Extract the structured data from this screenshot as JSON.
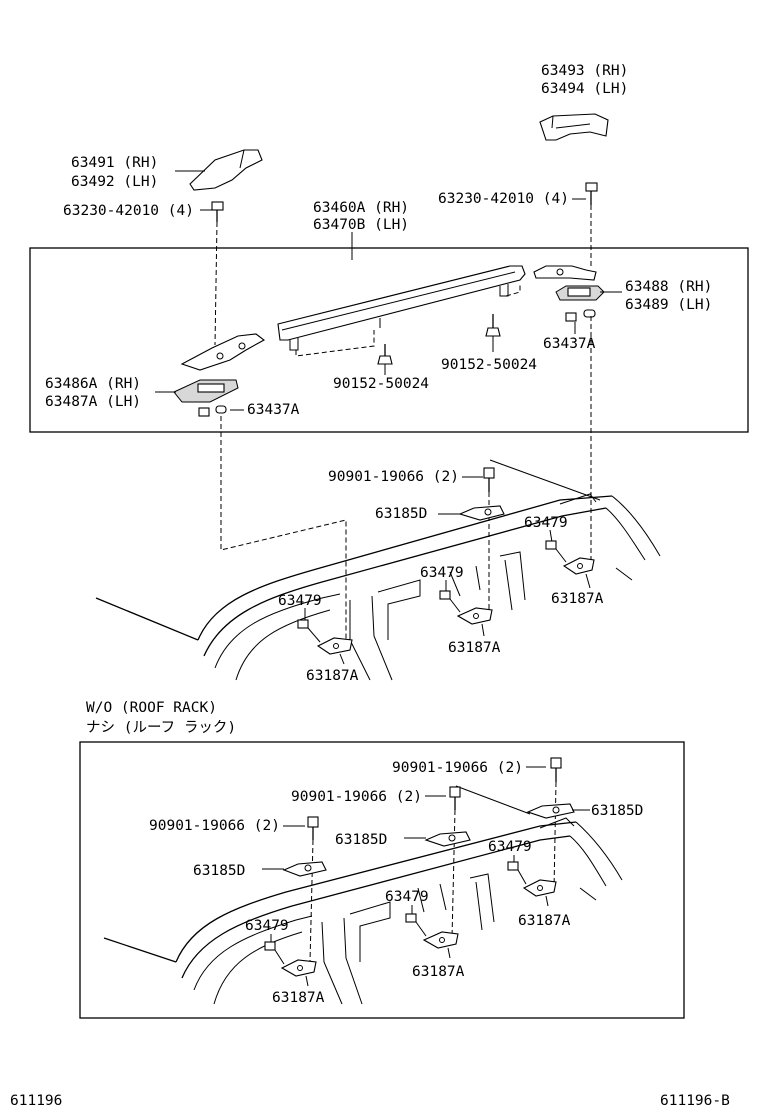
{
  "labels": {
    "p63493": "63493 (RH)",
    "p63494": "63494 (LH)",
    "p63491": "63491 (RH)",
    "p63492": "63492 (LH)",
    "bolt_left": "63230-42010 (4)",
    "bolt_right": "63230-42010 (4)",
    "p63460a": "63460A (RH)",
    "p63470b": "63470B (LH)",
    "p63488": "63488 (RH)",
    "p63489": "63489 (LH)",
    "p63437a_r": "63437A",
    "p90152_r": "90152-50024",
    "p90152_l": "90152-50024",
    "p63486a": "63486A (RH)",
    "p63487a": "63487A (LH)",
    "p63437a_l": "63437A",
    "t90901": "90901-19066 (2)",
    "t63185d": "63185D",
    "t63479_r": "63479",
    "t63479_m": "63479",
    "t63187a_r": "63187A",
    "t63479_l": "63479",
    "t63187a_m": "63187A",
    "t63187a_l": "63187A",
    "wo_en": "W/O (ROOF RACK)",
    "wo_jp": "ナシ (ルーフ ラック)",
    "b90901_r": "90901-19066 (2)",
    "b90901_m": "90901-19066 (2)",
    "b63185d_r": "63185D",
    "b90901_l": "90901-19066 (2)",
    "b63185d_m": "63185D",
    "b63479_r": "63479",
    "b63185d_l": "63185D",
    "b63479_m": "63479",
    "b63187a_r": "63187A",
    "b63479_l": "63479",
    "b63187a_m": "63187A",
    "b63187a_l": "63187A",
    "footer_left": "611196",
    "footer_right": "611196-B"
  }
}
